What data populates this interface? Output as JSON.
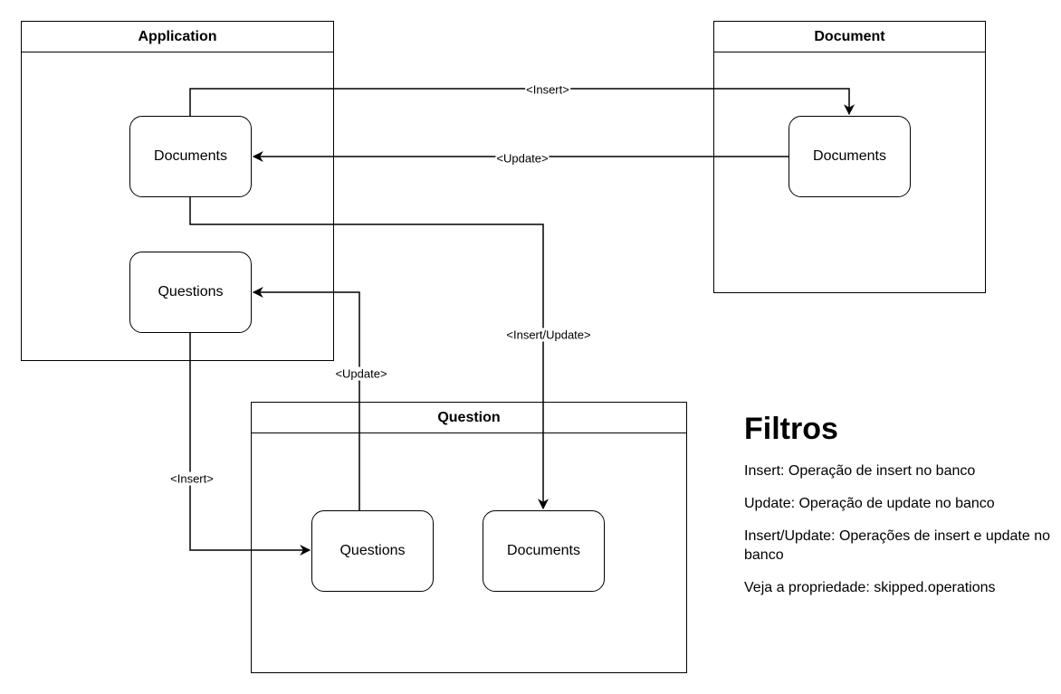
{
  "containers": {
    "application": {
      "title": "Application"
    },
    "document": {
      "title": "Document"
    },
    "question": {
      "title": "Question"
    }
  },
  "nodes": {
    "app_documents": "Documents",
    "app_questions": "Questions",
    "doc_documents": "Documents",
    "q_questions": "Questions",
    "q_documents": "Documents"
  },
  "edges": {
    "insert_app_to_doc": "<Insert>",
    "update_doc_to_app": "<Update>",
    "insert_update_app_to_question": "<Insert/Update>",
    "update_question_to_app": "<Update>",
    "insert_app_to_question": "<Insert>"
  },
  "legend": {
    "title": "Filtros",
    "items": [
      "Insert: Operação de insert no banco",
      "Update: Operação de update no banco",
      "Insert/Update: Operações de insert e update no banco",
      "Veja a propriedade: skipped.operations"
    ]
  }
}
